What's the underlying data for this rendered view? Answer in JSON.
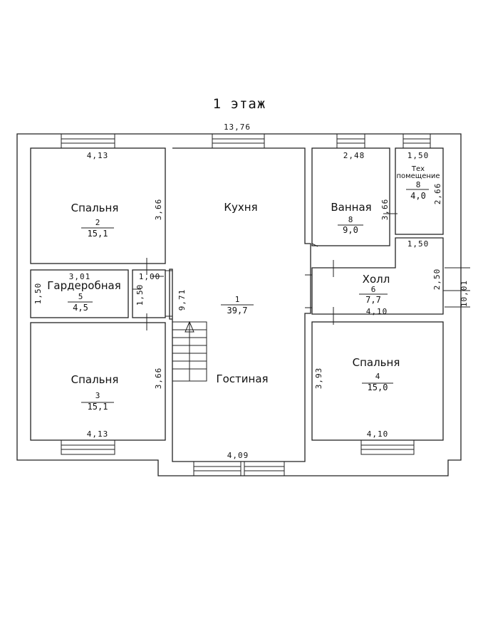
{
  "title": "1 этаж",
  "rooms": {
    "bedroom2": {
      "name": "Спальня",
      "number": "2",
      "area": "15,1"
    },
    "kitchen": {
      "name": "Кухня"
    },
    "bath": {
      "name": "Ванная",
      "number": "8",
      "area": "9,0"
    },
    "tech": {
      "name_line1": "Тех",
      "name_line2": "помещение",
      "number": "8",
      "area": "4,0"
    },
    "wardrobe": {
      "name": "Гардеробная",
      "number": "5",
      "area": "4,5"
    },
    "living": {
      "name": "Гостиная",
      "number": "1",
      "area": "39,7"
    },
    "hall": {
      "name": "Холл",
      "number": "6",
      "area": "7,7"
    },
    "bedroom3": {
      "name": "Спальня",
      "number": "3",
      "area": "15,1"
    },
    "bedroom4": {
      "name": "Спальня",
      "number": "4",
      "area": "15,0"
    }
  },
  "dimensions": {
    "overall_width": "13,76",
    "overall_depth": "10,01",
    "bedroom2_width": "4,13",
    "bedroom2_depth": "3,66",
    "bath_width": "2,48",
    "bath_depth": "3,66",
    "tech_width": "1,50",
    "tech_depth": "2,66",
    "hall_top_width": "1,50",
    "hall_depth": "2,50",
    "hall_bottom_width": "4,10",
    "wardrobe_width": "3,01",
    "wardrobe_depth": "1,50",
    "corridor_width": "1,00",
    "corridor_depth": "1,50",
    "living_depth": "9,71",
    "bedroom3_depth": "3,66",
    "bedroom3_width": "4,13",
    "bedroom4_depth": "3,93",
    "bedroom4_width": "4,10",
    "living_width": "4,09"
  }
}
